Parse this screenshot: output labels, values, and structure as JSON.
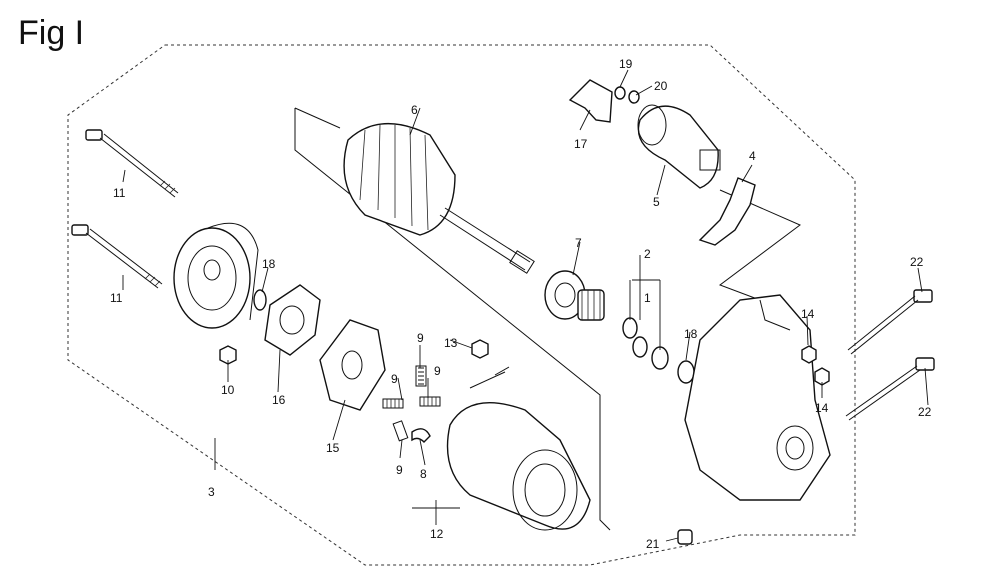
{
  "figure": {
    "title": "Fig I"
  },
  "callouts": {
    "p1": "1",
    "p2": "2",
    "p3": "3",
    "p4": "4",
    "p5": "5",
    "p6": "6",
    "p7": "7",
    "p8": "8",
    "p9a": "9",
    "p9b": "9",
    "p9c": "9",
    "p9d": "9",
    "p10": "10",
    "p11a": "11",
    "p11b": "11",
    "p12": "12",
    "p13": "13",
    "p14a": "14",
    "p14b": "14",
    "p15": "15",
    "p16": "16",
    "p17": "17",
    "p18a": "18",
    "p18b": "18",
    "p19": "19",
    "p20": "20",
    "p21": "21",
    "p22a": "22",
    "p22b": "22"
  },
  "colors": {
    "line": "#111111",
    "background": "#ffffff"
  }
}
